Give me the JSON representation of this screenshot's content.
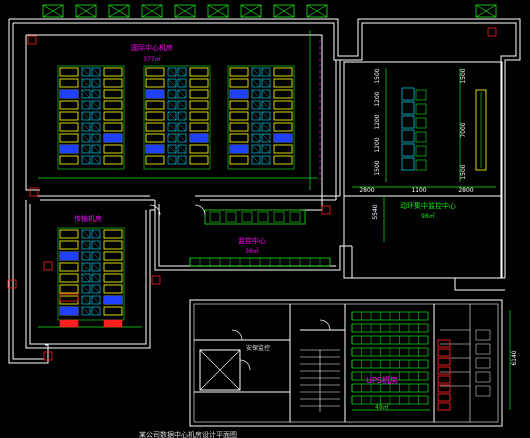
{
  "colors": {
    "background": "#000000",
    "wall": "#ffffff",
    "green": "#19e619",
    "yellow": "#f0f000",
    "cyan": "#00c8e6",
    "red": "#ff2020",
    "blue": "#2040ff",
    "magenta": "#ff00ff",
    "dim": "#cccccc"
  },
  "rooms": {
    "main_hall": {
      "name": "国际中心机房",
      "area": "377㎡"
    },
    "second_hall": {
      "name": "传输机房"
    },
    "monitor": {
      "name": "监控中心",
      "area": "36㎡"
    },
    "control_center": {
      "name": "动环集中监控中心",
      "area": "98㎡"
    },
    "security": {
      "name": "安保监控"
    },
    "ups": {
      "name": "UPS机房",
      "area": "48㎡"
    }
  },
  "dimensions": {
    "left_v": [
      "1500",
      "1200",
      "1200",
      "1200",
      "1500"
    ],
    "right_v": [
      "1500",
      "7000",
      "1500"
    ],
    "bottom_h": [
      "2800",
      "1100",
      "2800"
    ],
    "bay_v": "5540",
    "ups_v": "6140"
  },
  "bottom_caption": "某公司数据中心机房设计平面图"
}
